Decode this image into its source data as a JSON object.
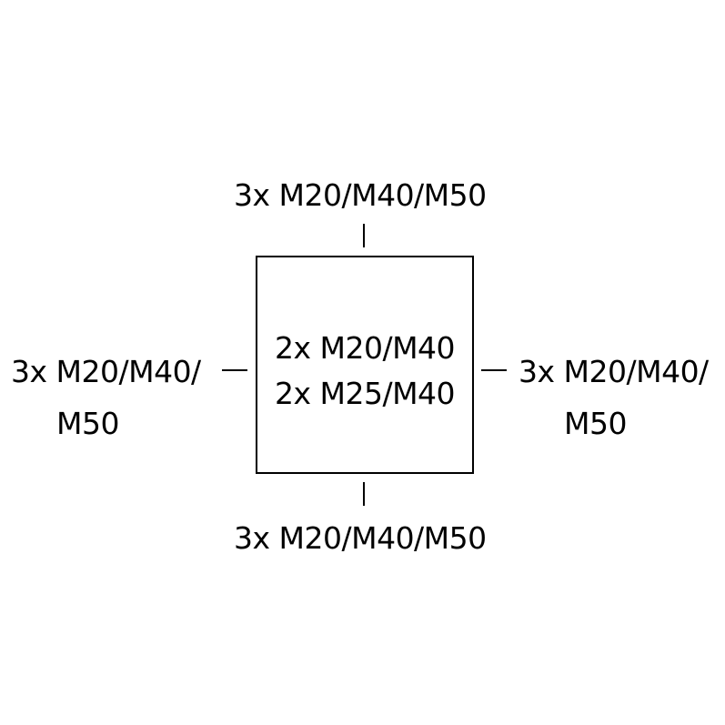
{
  "top": {
    "label": "3x M20/M40/M50"
  },
  "bottom": {
    "label": "3x M20/M40/M50"
  },
  "left": {
    "line1": "3x M20/M40/",
    "line2": "M50"
  },
  "right": {
    "line1": "3x M20/M40/",
    "line2": "M50"
  },
  "center": {
    "line1": "2x M20/M40",
    "line2": "2x M25/M40"
  },
  "colors": {
    "stroke": "#000000",
    "background": "#ffffff"
  }
}
